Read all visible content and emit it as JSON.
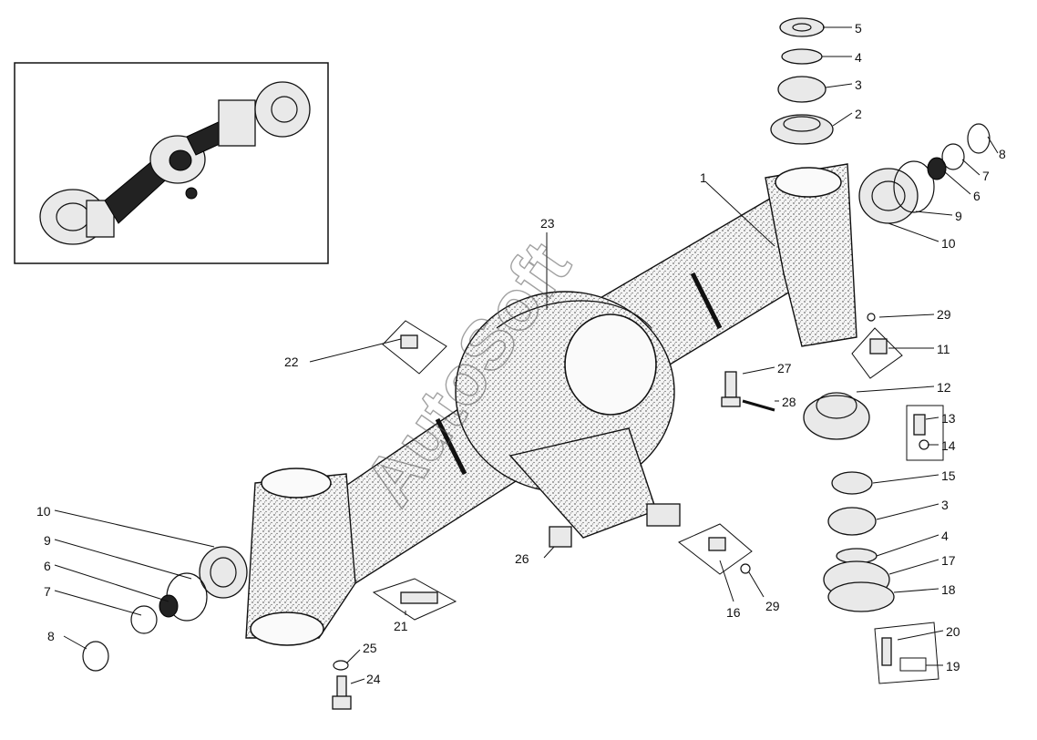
{
  "watermark": "AutoSoft",
  "callouts": [
    {
      "id": "c5a",
      "label": "5"
    },
    {
      "id": "c4a",
      "label": "4"
    },
    {
      "id": "c3a",
      "label": "3"
    },
    {
      "id": "c2",
      "label": "2"
    },
    {
      "id": "c8a",
      "label": "8"
    },
    {
      "id": "c1",
      "label": "1"
    },
    {
      "id": "c7a",
      "label": "7"
    },
    {
      "id": "c6a",
      "label": "6"
    },
    {
      "id": "c9a",
      "label": "9"
    },
    {
      "id": "c10a",
      "label": "10"
    },
    {
      "id": "c23",
      "label": "23"
    },
    {
      "id": "c29a",
      "label": "29"
    },
    {
      "id": "c11",
      "label": "11"
    },
    {
      "id": "c22",
      "label": "22"
    },
    {
      "id": "c27",
      "label": "27"
    },
    {
      "id": "c12",
      "label": "12"
    },
    {
      "id": "c28",
      "label": "28"
    },
    {
      "id": "c13",
      "label": "13"
    },
    {
      "id": "c14",
      "label": "14"
    },
    {
      "id": "c15",
      "label": "15"
    },
    {
      "id": "c10b",
      "label": "10"
    },
    {
      "id": "c3b",
      "label": "3"
    },
    {
      "id": "c9b",
      "label": "9"
    },
    {
      "id": "c4b",
      "label": "4"
    },
    {
      "id": "c6b",
      "label": "6"
    },
    {
      "id": "c26",
      "label": "26"
    },
    {
      "id": "c17",
      "label": "17"
    },
    {
      "id": "c7b",
      "label": "7"
    },
    {
      "id": "c18",
      "label": "18"
    },
    {
      "id": "c16",
      "label": "16"
    },
    {
      "id": "c29b",
      "label": "29"
    },
    {
      "id": "c21",
      "label": "21"
    },
    {
      "id": "c8b",
      "label": "8"
    },
    {
      "id": "c20",
      "label": "20"
    },
    {
      "id": "c25",
      "label": "25"
    },
    {
      "id": "c19",
      "label": "19"
    },
    {
      "id": "c24",
      "label": "24"
    }
  ]
}
